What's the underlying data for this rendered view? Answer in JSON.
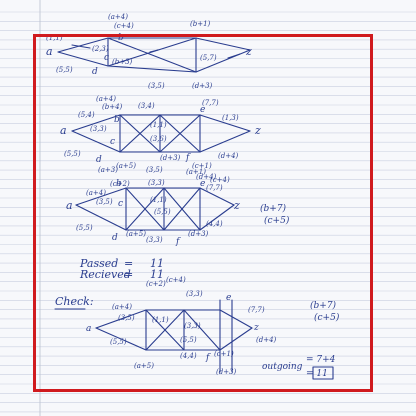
{
  "colors": {
    "paper": "#f7f8fb",
    "rule": "#c9cfe0",
    "margin": "#b9bfcf",
    "ink": "#2a3d8f",
    "frame": "#d01a1e"
  },
  "graph1": {
    "src": "a",
    "sink": "z",
    "labels": [
      "(1,1)",
      "(a+4)",
      "(c+4)",
      "(b+1)",
      "(5,5)",
      "(2,3)",
      "(b+3)",
      "(d+3)",
      "(3,5)",
      "(5,7)",
      "c",
      "b",
      "d"
    ]
  },
  "graph2": {
    "src": "a",
    "sink": "z",
    "labels": [
      "(a+4)",
      "(b+4)",
      "(3,4)",
      "(5,4)",
      "(3,3)",
      "(7,7)",
      "(1,3)",
      "(5,5)",
      "(3,6)",
      "(1,1)",
      "(3,5)",
      "(c+1)",
      "(a+3)",
      "(d+4)",
      "(a+5)",
      "(d+4)",
      "(d+3)",
      "c",
      "b",
      "d",
      "e",
      "f"
    ]
  },
  "graph3": {
    "src": "a",
    "sink": "z",
    "labels": [
      "(a+4)",
      "(c+2)",
      "(3,5)",
      "(3,3)",
      "(1,1)",
      "(5,5)",
      "(5,5)",
      "(7,7)",
      "(3,3)",
      "(4,4)",
      "(c+4)",
      "(a+1)",
      "(a+5)",
      "(b+7)",
      "(c+5)",
      "(d+3)",
      "(b+7)",
      "(c+5)",
      "b",
      "c",
      "d",
      "e",
      "f"
    ]
  },
  "summary": {
    "passed_label": "Passed",
    "passed_value": "11",
    "received_label": "Recieved",
    "received_value": "11"
  },
  "check": {
    "label": "Check:",
    "labels": [
      "(a+4)",
      "(c+2)",
      "(c+4)",
      "(3,5)",
      "(3,3)",
      "(1,1)",
      "(3,3)",
      "(5,5)",
      "(5,5)",
      "(a+5)",
      "(c+1)",
      "(d+3)",
      "(7,7)",
      "(b+7)",
      "(c+5)",
      "(4,4)",
      "(d+4)",
      "(b+7)",
      "(c+5)",
      "e",
      "f"
    ],
    "outgoing_label": "outgoing",
    "outgoing_expr": "= 7+4",
    "outgoing_result": "= 11"
  }
}
